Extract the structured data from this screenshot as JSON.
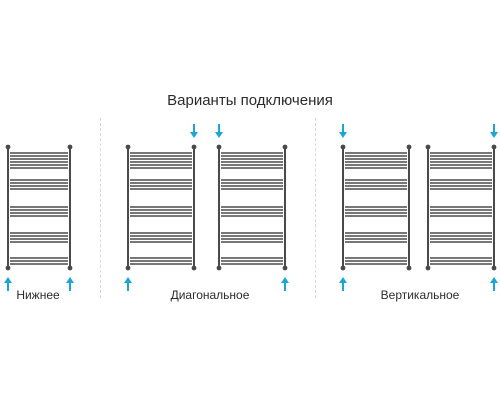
{
  "title": "Варианты подключения",
  "captions": {
    "bottom": "Нижнее",
    "diagonal": "Диагональное",
    "vertical": "Вертикальное"
  },
  "colors": {
    "arrow": "#1aa6d6",
    "rail": "#4a4a4a",
    "divider": "#d7d7d7"
  },
  "variants": [
    {
      "name": "bottom",
      "arrows": [
        "bottom-left-up",
        "bottom-right-up"
      ]
    },
    {
      "name": "diagonal-1",
      "arrows": [
        "top-right-down",
        "bottom-left-up"
      ]
    },
    {
      "name": "diagonal-2",
      "arrows": [
        "top-left-down",
        "bottom-right-up"
      ]
    },
    {
      "name": "vertical-1",
      "arrows": [
        "top-left-down",
        "bottom-left-up"
      ]
    },
    {
      "name": "vertical-2",
      "arrows": [
        "top-right-down",
        "bottom-right-up"
      ]
    }
  ]
}
